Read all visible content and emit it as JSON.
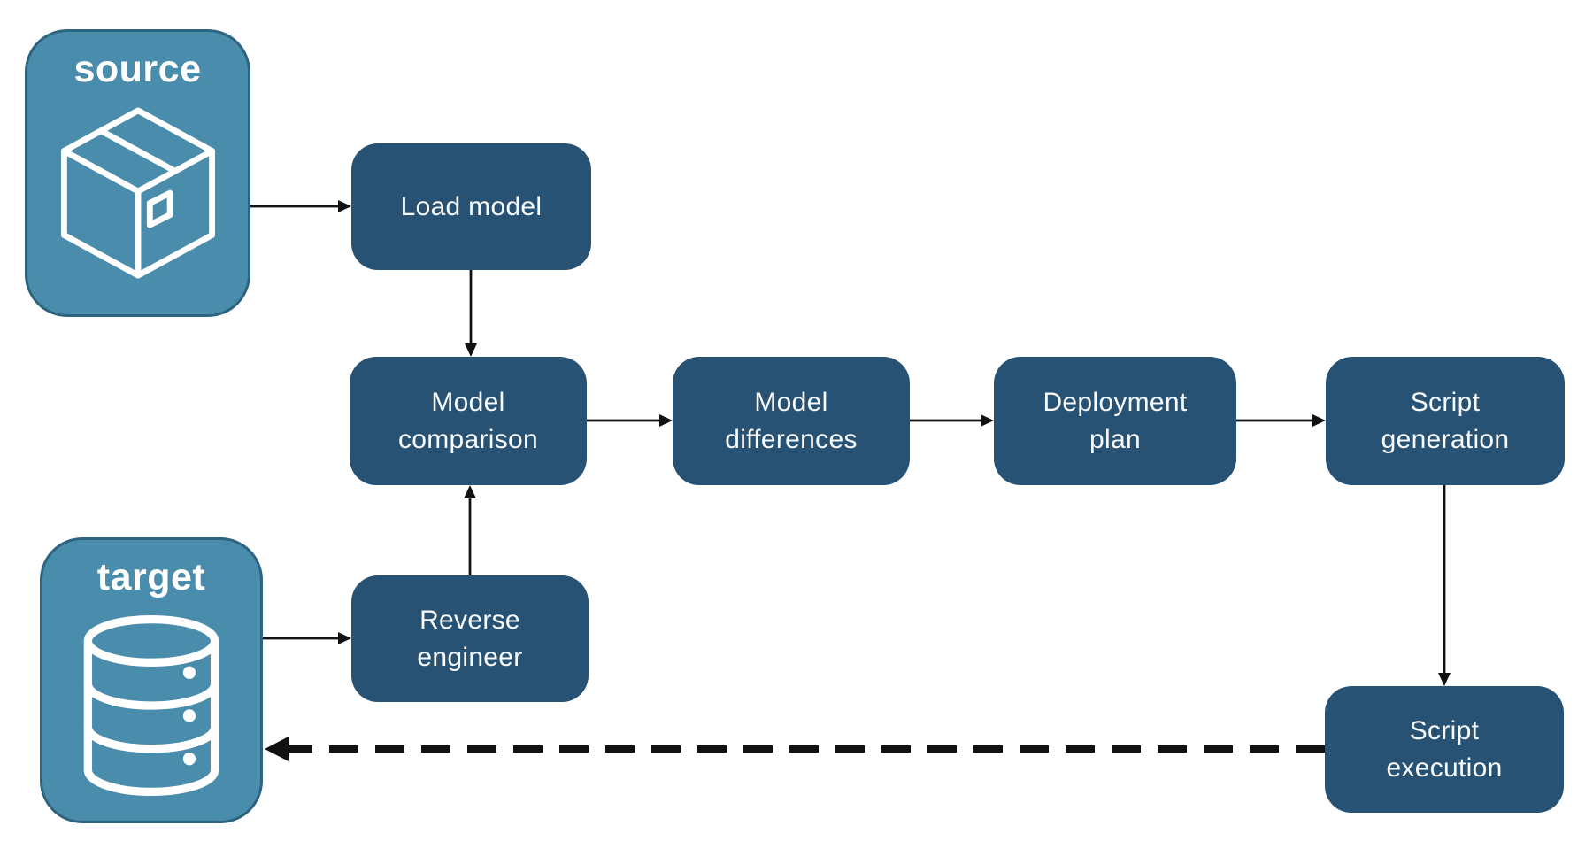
{
  "colors": {
    "node_fill": "#275274",
    "endpoint_fill": "#4a8cab",
    "endpoint_border": "#2d6480",
    "arrow": "#111111",
    "text": "#f8fafc"
  },
  "source_box": {
    "label": "source",
    "icon": "package-icon"
  },
  "target_box": {
    "label": "target",
    "icon": "database-icon"
  },
  "nodes": [
    {
      "id": "load-model",
      "lines": [
        "Load model"
      ]
    },
    {
      "id": "model-comparison",
      "lines": [
        "Model",
        "comparison"
      ]
    },
    {
      "id": "model-differences",
      "lines": [
        "Model",
        "differences"
      ]
    },
    {
      "id": "deployment-plan",
      "lines": [
        "Deployment",
        "plan"
      ]
    },
    {
      "id": "script-generation",
      "lines": [
        "Script",
        "generation"
      ]
    },
    {
      "id": "reverse-engineer",
      "lines": [
        "Reverse",
        "engineer"
      ]
    },
    {
      "id": "script-execution",
      "lines": [
        "Script",
        "execution"
      ]
    }
  ],
  "connections": [
    {
      "from": "source",
      "to": "load-model",
      "style": "solid"
    },
    {
      "from": "load-model",
      "to": "model-comparison",
      "style": "solid"
    },
    {
      "from": "model-comparison",
      "to": "model-differences",
      "style": "solid"
    },
    {
      "from": "model-differences",
      "to": "deployment-plan",
      "style": "solid"
    },
    {
      "from": "deployment-plan",
      "to": "script-generation",
      "style": "solid"
    },
    {
      "from": "script-generation",
      "to": "script-execution",
      "style": "solid"
    },
    {
      "from": "target",
      "to": "reverse-engineer",
      "style": "solid"
    },
    {
      "from": "reverse-engineer",
      "to": "model-comparison",
      "style": "solid"
    },
    {
      "from": "script-execution",
      "to": "target",
      "style": "dashed"
    }
  ]
}
